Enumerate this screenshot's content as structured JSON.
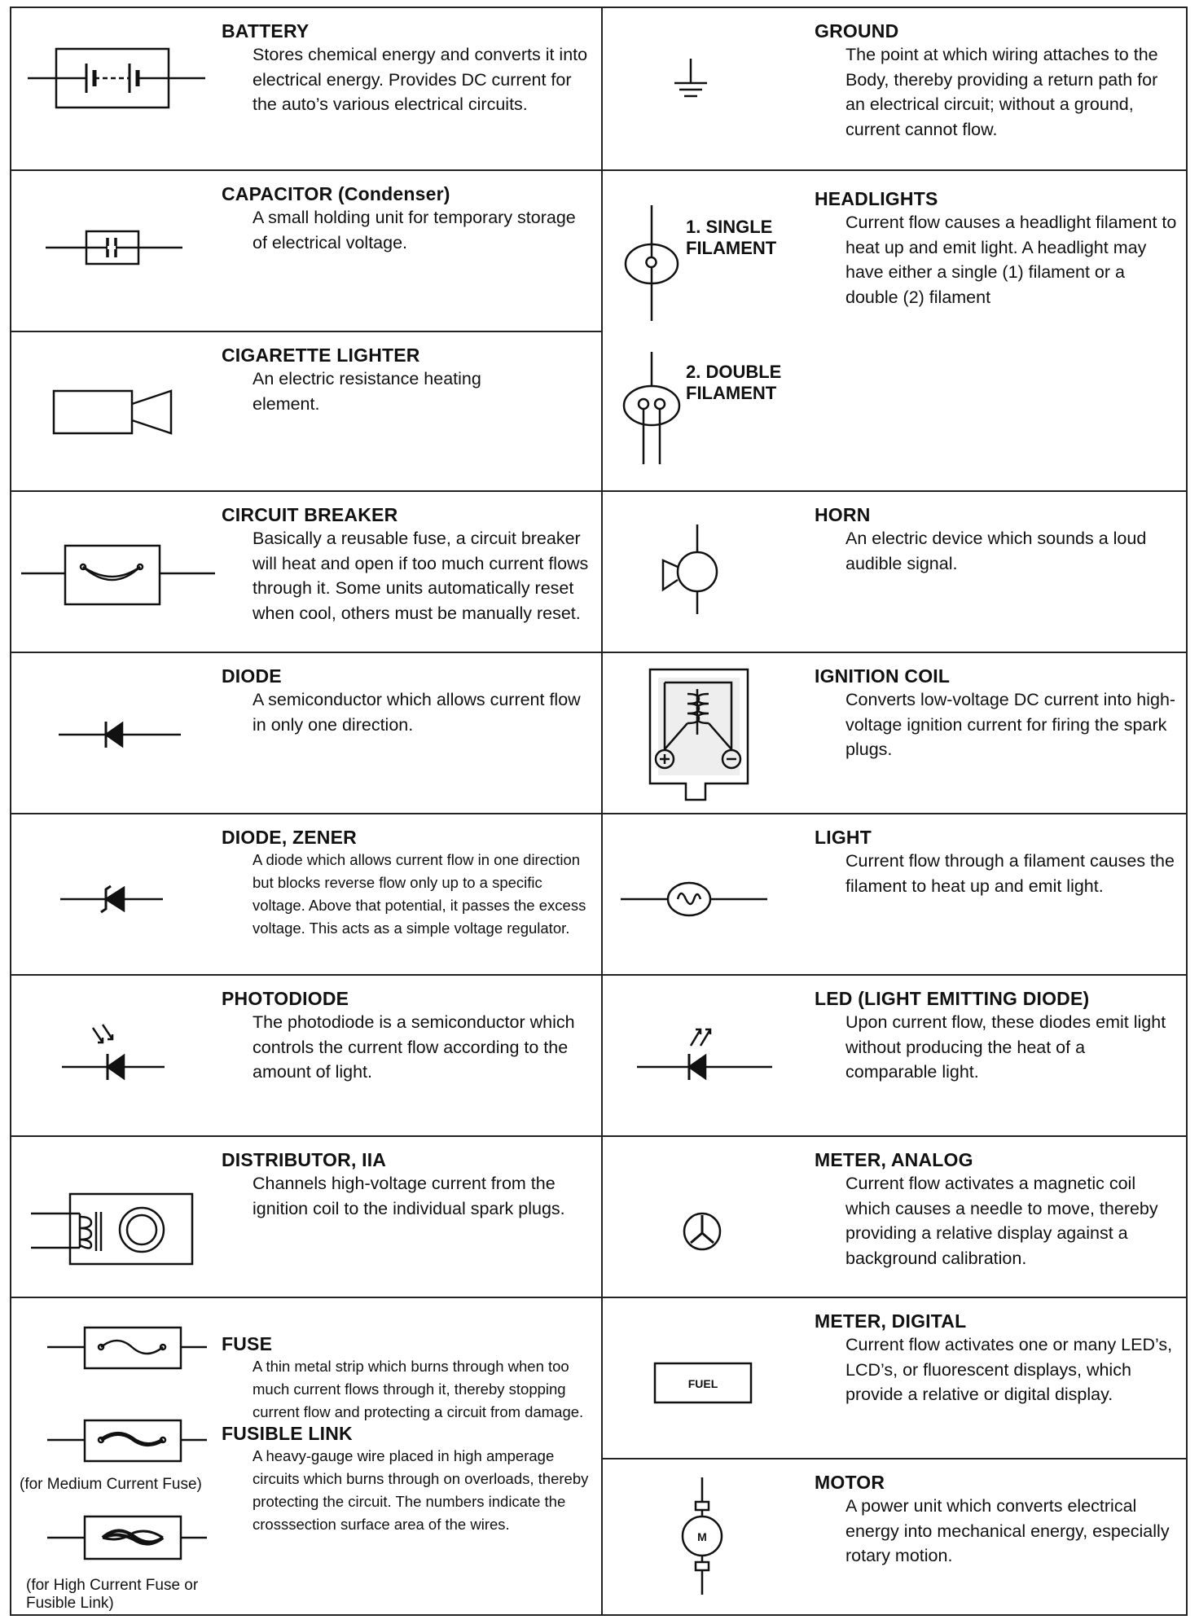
{
  "left": [
    {
      "id": "battery",
      "title": "BATTERY",
      "desc": "Stores chemical energy and converts it into electrical energy. Provides DC current for the auto’s various electrical circuits.",
      "icon": "battery-symbol-icon"
    },
    {
      "id": "capacitor",
      "title": "CAPACITOR (Condenser)",
      "desc": "A small holding unit for temporary storage of electrical voltage.",
      "icon": "capacitor-symbol-icon"
    },
    {
      "id": "cigarette",
      "title": "CIGARETTE LIGHTER",
      "desc": "An electric resistance heating element.",
      "icon": "cigarette-lighter-symbol-icon"
    },
    {
      "id": "breaker",
      "title": "CIRCUIT BREAKER",
      "desc": "Basically a reusable fuse, a circuit breaker will heat and open if too much current flows through it. Some units automatically reset when cool, others must be manually reset.",
      "icon": "circuit-breaker-symbol-icon"
    },
    {
      "id": "diode",
      "title": "DIODE",
      "desc": "A semiconductor which allows current flow in only one direction.",
      "icon": "diode-symbol-icon"
    },
    {
      "id": "zener",
      "title": "DIODE, ZENER",
      "desc": "A diode which allows current flow in one direction but blocks reverse flow only up to a specific voltage. Above that potential, it passes the excess voltage. This acts as a simple voltage regulator.",
      "icon": "zener-diode-symbol-icon"
    },
    {
      "id": "photodiode",
      "title": "PHOTODIODE",
      "desc": "The photodiode is a semiconductor which controls the current flow according to the amount of light.",
      "icon": "photodiode-symbol-icon"
    },
    {
      "id": "distributor",
      "title": "DISTRIBUTOR, IIA",
      "desc": "Channels high-voltage current from the ignition coil to the individual spark plugs.",
      "icon": "distributor-symbol-icon"
    },
    {
      "id": "fuse",
      "title": "FUSE",
      "desc": "A thin metal strip which burns through when too much current flows through it, thereby stopping current flow and protecting a circuit from damage.",
      "title2": "FUSIBLE LINK",
      "desc2": "A heavy-gauge wire placed in high amperage circuits which burns through on overloads, thereby protecting the circuit. The numbers indicate the crosssection surface area of the wires.",
      "cap1": "(for Medium Current Fuse)",
      "cap2": "(for High Current Fuse or Fusible Link)",
      "icon": "fuse-symbol-icon"
    }
  ],
  "right": [
    {
      "id": "ground",
      "title": "GROUND",
      "desc": "The point at which wiring attaches to the Body, thereby providing a return path for an electrical circuit; without a ground, current cannot flow.",
      "icon": "ground-symbol-icon"
    },
    {
      "id": "headlights",
      "title": "HEADLIGHTS",
      "desc": "Current flow causes a headlight filament to heat up and emit light. A headlight may have either a single (1) filament or a double (2) filament",
      "label1": "1. SINGLE\nFILAMENT",
      "label2": "2. DOUBLE\nFILAMENT",
      "icon": "headlight-symbol-icon"
    },
    {
      "id": "horn",
      "title": "HORN",
      "desc": "An electric device which sounds a loud audible signal.",
      "icon": "horn-symbol-icon"
    },
    {
      "id": "coil",
      "title": "IGNITION COIL",
      "desc": "Converts low-voltage DC current into high-voltage ignition current for firing the spark plugs.",
      "icon": "ignition-coil-symbol-icon"
    },
    {
      "id": "light",
      "title": "LIGHT",
      "desc": "Current flow through a filament causes the filament to heat up and emit light.",
      "icon": "light-symbol-icon"
    },
    {
      "id": "led",
      "title": "LED (LIGHT EMITTING DIODE)",
      "desc": "Upon current flow, these diodes emit light without producing the heat of a comparable light.",
      "icon": "led-symbol-icon"
    },
    {
      "id": "analog",
      "title": "METER, ANALOG",
      "desc": "Current flow activates a magnetic coil which causes a needle to move, thereby providing a relative display against a background calibration.",
      "icon": "analog-meter-symbol-icon"
    },
    {
      "id": "digital",
      "title": "METER, DIGITAL",
      "desc": "Current flow activates one or many LED’s, LCD’s, or fluorescent displays, which provide a relative or digital display.",
      "meter_label": "FUEL",
      "icon": "digital-meter-symbol-icon"
    },
    {
      "id": "motor",
      "title": "MOTOR",
      "desc": "A power unit which converts electrical energy into mechanical energy, especially rotary motion.",
      "motor_label": "M",
      "icon": "motor-symbol-icon"
    }
  ]
}
